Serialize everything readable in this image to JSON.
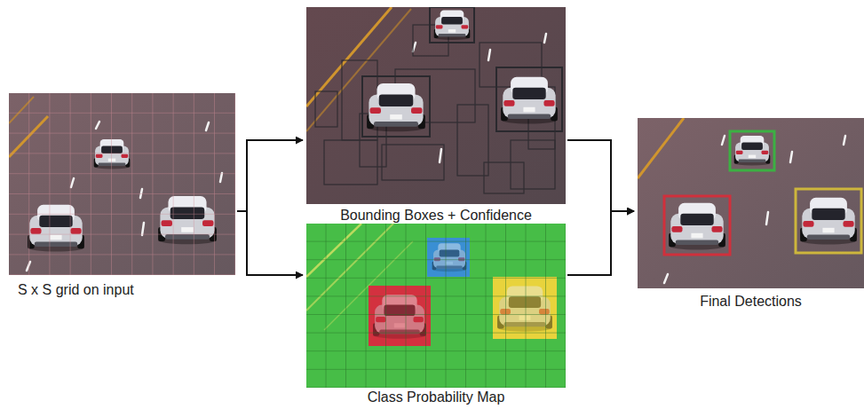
{
  "diagram": {
    "nodes": [
      {
        "text": [
          "S x S grid on input"
        ]
      },
      {
        "text": [
          "Bounding Boxes + Confidence"
        ]
      },
      {
        "text": [
          "Class Probability Map"
        ]
      },
      {
        "text": [
          "Final Detections"
        ]
      }
    ],
    "edges": [
      {
        "from": 0,
        "to": 1,
        "arrow": "to"
      },
      {
        "from": 0,
        "to": 2,
        "arrow": "to"
      },
      {
        "from": 1,
        "to": 3,
        "arrow": "to"
      },
      {
        "from": 2,
        "to": 3,
        "arrow": "to"
      }
    ]
  }
}
